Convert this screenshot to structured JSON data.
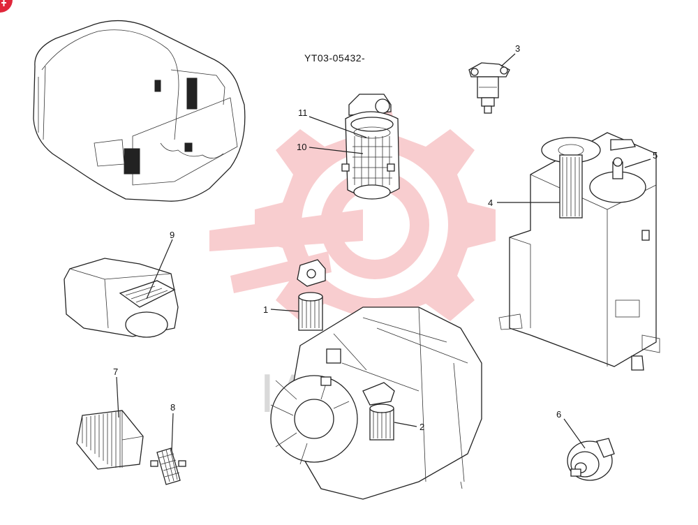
{
  "drawing_code": "YT03-05432-",
  "watermark_text": "IAHTEX",
  "watermark_color": "#f4a6a8",
  "corner_badge_color": "#e0263a",
  "callouts": [
    "1",
    "2",
    "3",
    "4",
    "5",
    "6",
    "7",
    "8",
    "9",
    "10",
    "11"
  ]
}
